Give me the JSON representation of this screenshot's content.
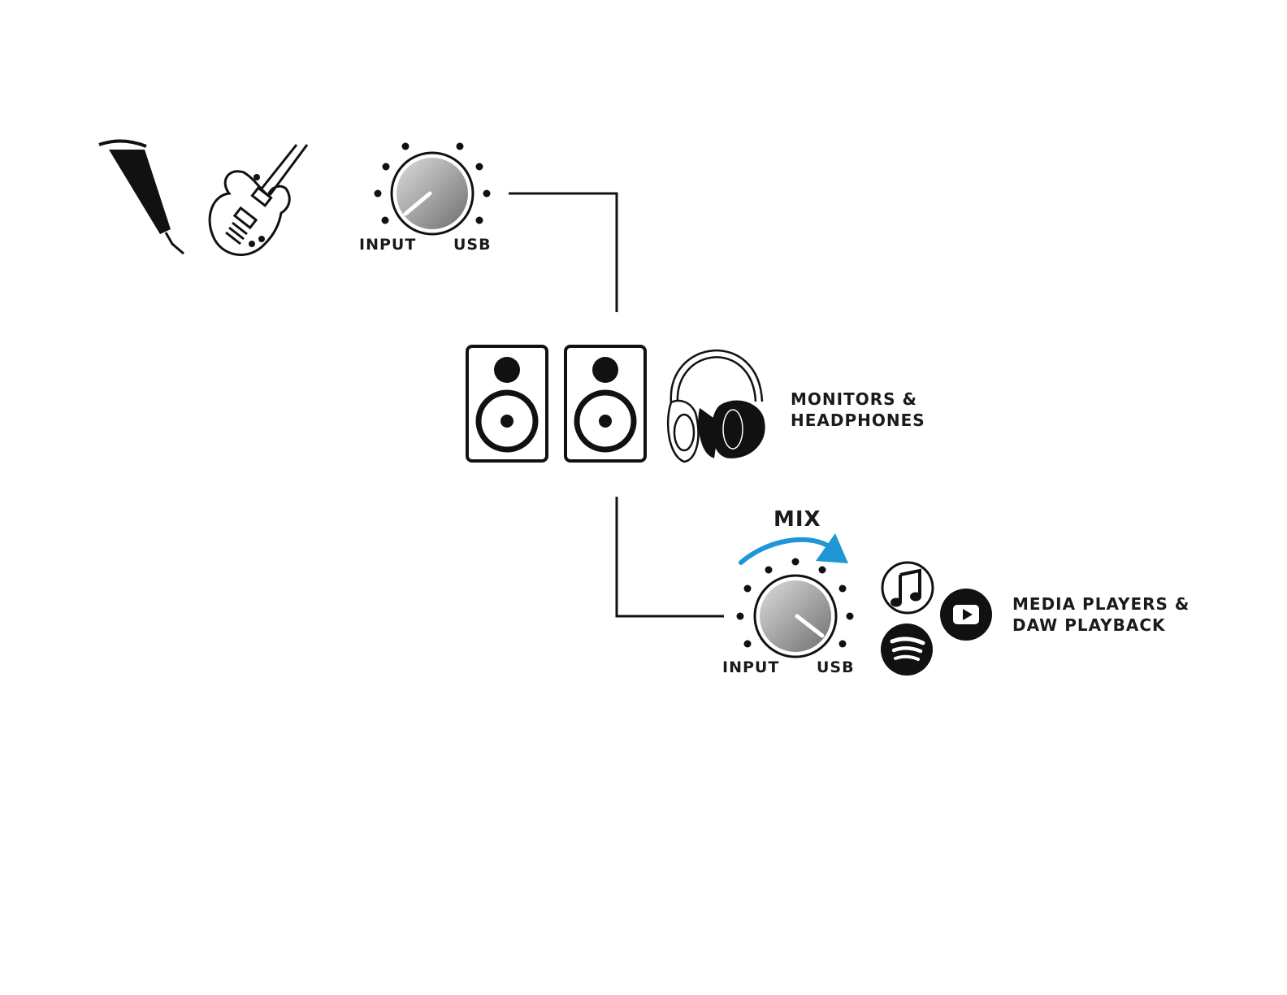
{
  "top_knob": {
    "left_label": "INPUT",
    "right_label": "USB",
    "level": 0.2
  },
  "outputs": {
    "line1": "MONITORS &",
    "line2": "HEADPHONES"
  },
  "mix_knob": {
    "title": "MIX",
    "left_label": "INPUT",
    "right_label": "USB",
    "level": 0.8
  },
  "media": {
    "line1": "MEDIA PLAYERS &",
    "line2": "DAW PLAYBACK"
  },
  "icons": [
    "microphone-icon",
    "guitar-icon",
    "speaker-icon",
    "headphones-icon",
    "music-note-icon",
    "spotify-icon",
    "play-icon"
  ],
  "colors": {
    "ink": "#111111",
    "arrow": "#2196d6",
    "knob_light": "#d8d8d8",
    "knob_dark": "#7a7a7a"
  }
}
